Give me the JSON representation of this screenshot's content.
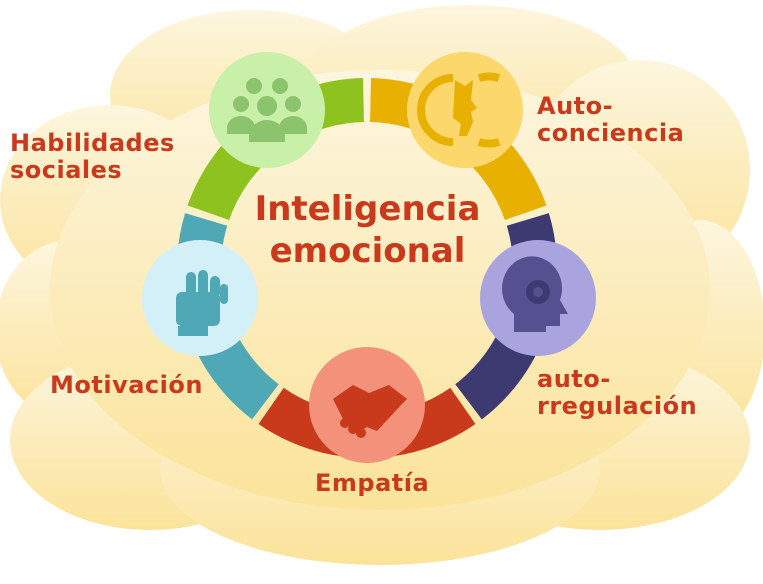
{
  "title": {
    "line1": "Inteligencia",
    "line2": "emocional"
  },
  "nodes": [
    {
      "id": "habilidades-sociales",
      "line1": "Habilidades",
      "line2": "sociales",
      "icon": "people-group-icon",
      "color": "#8dc21f",
      "circle": "#c8f0a8"
    },
    {
      "id": "autoconciencia",
      "line1": "Auto-",
      "line2": "conciencia",
      "icon": "two-faces-icon",
      "color": "#e8b000",
      "circle": "#fcd76b"
    },
    {
      "id": "autorregulacion",
      "line1": "auto-",
      "line2": "rregulación",
      "icon": "head-gear-icon",
      "color": "#3d3a72",
      "circle": "#a9a4de"
    },
    {
      "id": "empatia",
      "line1": "Empatía",
      "icon": "handshake-icon",
      "color": "#c9391b",
      "circle": "#f4917a"
    },
    {
      "id": "motivacion",
      "line1": "Motivación",
      "icon": "fist-icon",
      "color": "#4fa8b6",
      "circle": "#d3eff7"
    }
  ],
  "colors": {
    "text": "#c9391b",
    "cloud_top": "#fdf3d2",
    "cloud_bottom": "#fbe49e"
  }
}
